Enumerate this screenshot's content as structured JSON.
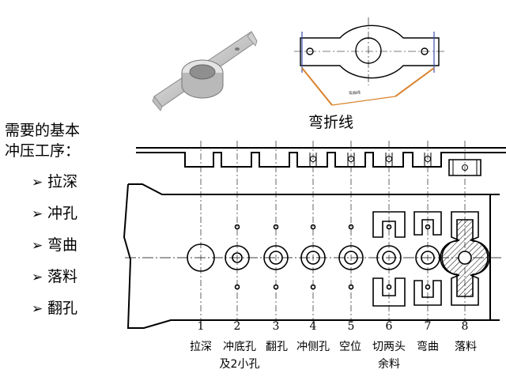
{
  "heading": {
    "line1": "需要的基本",
    "line2": "冲压工序："
  },
  "operations": [
    {
      "marker": "➢",
      "label": "拉深"
    },
    {
      "marker": "➢",
      "label": "冲孔"
    },
    {
      "marker": "➢",
      "label": "弯曲"
    },
    {
      "marker": "➢",
      "label": "落料"
    },
    {
      "marker": "➢",
      "label": "翻孔"
    }
  ],
  "bend_caption": "弯折线",
  "mini_note": "弯曲线",
  "stations": [
    {
      "number": "1",
      "label_line1": "拉深",
      "label_line2": ""
    },
    {
      "number": "2",
      "label_line1": "冲底孔",
      "label_line2": "及2小孔"
    },
    {
      "number": "3",
      "label_line1": "翻孔",
      "label_line2": ""
    },
    {
      "number": "4",
      "label_line1": "冲侧孔",
      "label_line2": ""
    },
    {
      "number": "5",
      "label_line1": "空位",
      "label_line2": ""
    },
    {
      "number": "6",
      "label_line1": "切两头",
      "label_line2": "余料"
    },
    {
      "number": "7",
      "label_line1": "弯曲",
      "label_line2": ""
    },
    {
      "number": "8",
      "label_line1": "落料",
      "label_line2": ""
    }
  ],
  "colors": {
    "bend_line": "#d9822b",
    "part_outline": "#000000"
  }
}
